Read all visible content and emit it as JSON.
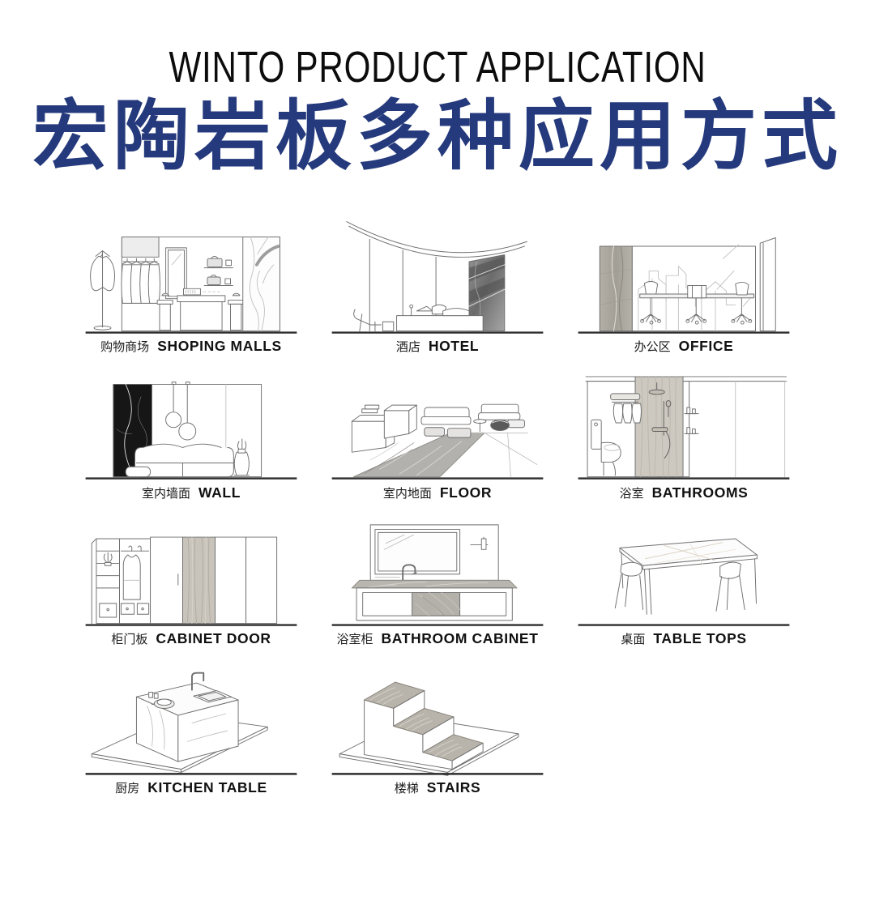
{
  "poster": {
    "title_en": "WINTO PRODUCT APPLICATION",
    "title_zh": "宏陶岩板多种应用方式"
  },
  "colors": {
    "title_blue": "#253a7c",
    "title_black": "#0c0c0c",
    "line_gray": "#6f6f6f",
    "ground_line": "#2d2d2d",
    "marble_gray": "#b8b4ab",
    "marble_dark": "#6e6e6e",
    "marble_black": "#161616"
  },
  "applications": [
    {
      "id": "shopping-malls",
      "zh": "购物商场",
      "en": "SHOPING MALLS"
    },
    {
      "id": "hotel",
      "zh": "酒店",
      "en": "HOTEL"
    },
    {
      "id": "office",
      "zh": "办公区",
      "en": "OFFICE"
    },
    {
      "id": "wall",
      "zh": "室内墙面",
      "en": "WALL"
    },
    {
      "id": "floor",
      "zh": "室内地面",
      "en": "FLOOR"
    },
    {
      "id": "bathrooms",
      "zh": "浴室",
      "en": "BATHROOMS"
    },
    {
      "id": "cabinet-door",
      "zh": "柜门板",
      "en": "CABINET DOOR"
    },
    {
      "id": "bathroom-cabinet",
      "zh": "浴室柜",
      "en": "BATHROOM CABINET"
    },
    {
      "id": "table-tops",
      "zh": "桌面",
      "en": "TABLE TOPS"
    },
    {
      "id": "kitchen-table",
      "zh": "厨房",
      "en": "KITCHEN TABLE"
    },
    {
      "id": "stairs",
      "zh": "楼梯",
      "en": "STAIRS"
    }
  ]
}
